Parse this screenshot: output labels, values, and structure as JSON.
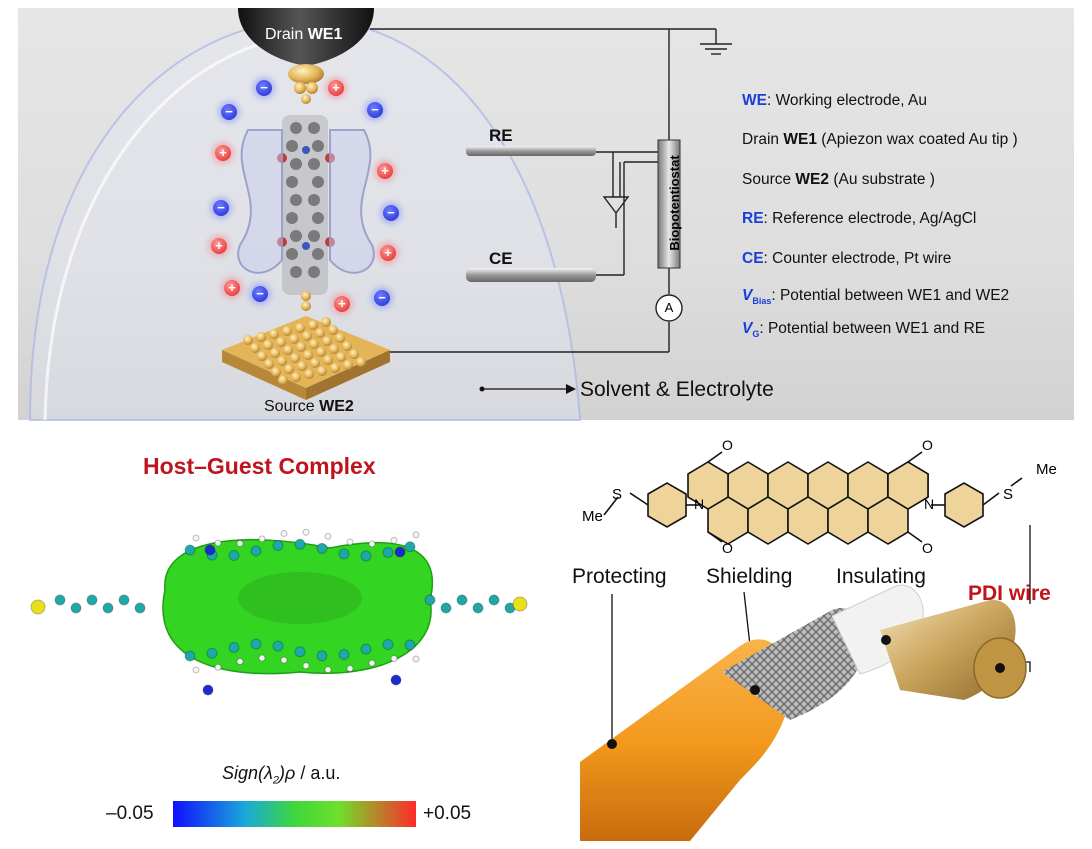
{
  "top": {
    "drain_label_prefix": "Drain ",
    "drain_label_bold": "WE1",
    "source_label_prefix": "Source ",
    "source_label_bold": "WE2",
    "re_label": "RE",
    "ce_label": "CE",
    "potentiostat_label": "Biopotentiostat",
    "ammeter_symbol": "A",
    "solvent_label": "Solvent & Electrolyte",
    "ion_neg": "−",
    "ion_pos": "+",
    "legend": [
      {
        "bold": "WE",
        "text": ": Working electrode, Au"
      },
      {
        "prefix": "Drain ",
        "bold": "WE1",
        "text": " (Apiezon wax coated Au tip )"
      },
      {
        "prefix": "Source ",
        "bold": "WE2",
        "text": " (Au substrate )"
      },
      {
        "bold": "RE",
        "text": ": Reference electrode, Ag/AgCl"
      },
      {
        "bold": "CE",
        "text": ": Counter electrode, Pt wire"
      },
      {
        "bold": "V",
        "sub": "Bias",
        "text": ": Potential  between WE1 and WE2"
      },
      {
        "bold": "V",
        "sub": "G",
        "text": ": Potential  between WE1 and RE"
      }
    ]
  },
  "bottom_left": {
    "title": "Host–Guest Complex",
    "axis_label_italic": "Sign(λ",
    "axis_label_sub": "2",
    "axis_label_italic2": ")ρ",
    "axis_label_unit": " / a.u.",
    "scale_min": "–0.05",
    "scale_max": "+0.05"
  },
  "bottom_right": {
    "protecting": "Protecting",
    "shielding": "Shielding",
    "insulating": "Insulating",
    "pdi_wire": "PDI wire",
    "atom_s": "S",
    "atom_me": "Me",
    "atom_n": "N",
    "atom_o": "O"
  },
  "colors": {
    "accent_blue": "#1a3fd8",
    "title_red": "#c0141c",
    "cable_orange": "#f39a1e"
  }
}
